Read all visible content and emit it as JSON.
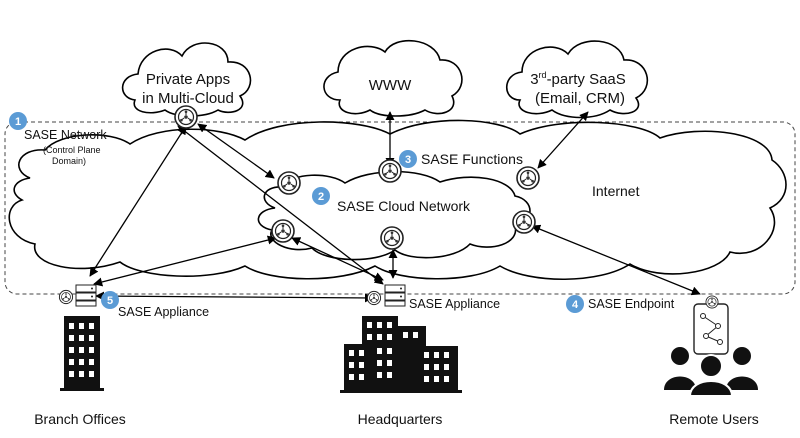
{
  "clouds": {
    "private_apps": {
      "line1": "Private Apps",
      "line2": "in Multi-Cloud"
    },
    "www": {
      "label": "WWW"
    },
    "saas": {
      "line1_main": "3",
      "line1_sup": "rd",
      "line1_rest": "-party SaaS",
      "line2": "(Email, CRM)"
    },
    "internet": {
      "label": "Internet"
    },
    "cloud_network": {
      "label": "SASE Cloud Network"
    }
  },
  "sase_network": {
    "title": "SASE Network",
    "sub1": "(Control Plane",
    "sub2": "Domain)"
  },
  "badges": [
    {
      "num": "1",
      "color": "#5b9bd5"
    },
    {
      "num": "2",
      "color": "#5b9bd5"
    },
    {
      "num": "3",
      "color": "#5b9bd5"
    },
    {
      "num": "4",
      "color": "#5b9bd5"
    },
    {
      "num": "5",
      "color": "#5b9bd5"
    }
  ],
  "labels": {
    "sase_functions": "SASE Functions",
    "sase_appliance_branch": "SASE Appliance",
    "sase_appliance_hq": "SASE Appliance",
    "sase_endpoint": "SASE Endpoint"
  },
  "sites": {
    "branch": "Branch Offices",
    "hq": "Headquarters",
    "remote": "Remote Users"
  }
}
